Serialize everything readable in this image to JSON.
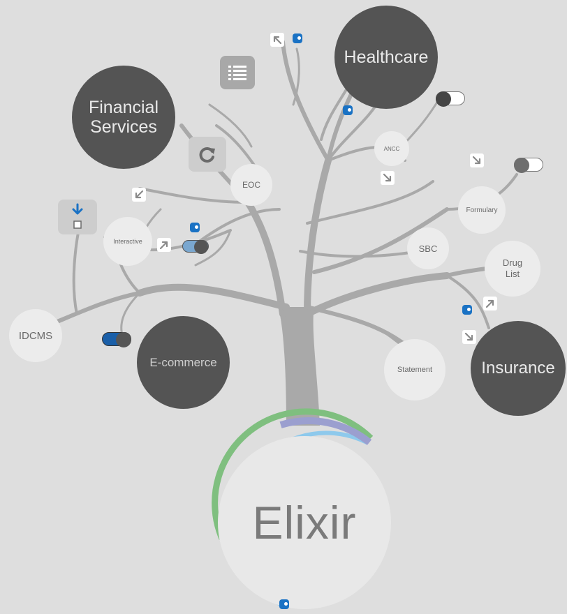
{
  "root": {
    "label": "Elixir"
  },
  "categories": {
    "healthcare": "Healthcare",
    "financial_services": "Financial\nServices",
    "e_commerce": "E-commerce",
    "insurance": "Insurance"
  },
  "leaves": {
    "eoc": "EOC",
    "ancc": "ANCC",
    "interactive": "Interactive",
    "idcms": "IDCMS",
    "formulary": "Formulary",
    "sbc": "SBC",
    "drug_list": "Drug\nList",
    "statement": "Statement"
  },
  "icons": {
    "list": "list-icon",
    "refresh": "refresh-icon",
    "download": "download-icon",
    "expand": "expand-icon",
    "toggle": "toggle-switch",
    "pin": "connector-pin"
  },
  "colors": {
    "background": "#dedede",
    "branches": "#a9a9a9",
    "dark_node": "#545454",
    "light_node": "#ececec",
    "ring_purple": "#9b9fcf",
    "ring_green": "#7fbf7f",
    "ring_blue": "#8ec9ec",
    "accent_blue": "#1a72c4"
  }
}
